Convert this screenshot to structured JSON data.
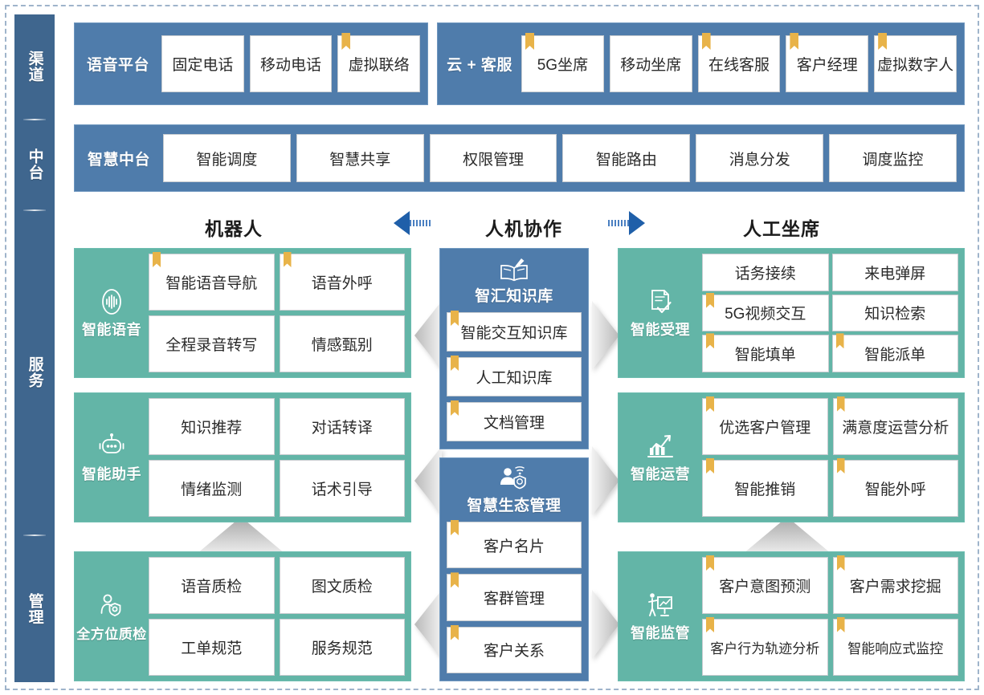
{
  "sidebar": {
    "segments": [
      {
        "label": "渠道",
        "name": "sidebar-segment-channel"
      },
      {
        "label": "中台",
        "name": "sidebar-segment-middle-platform"
      },
      {
        "label": "服务",
        "name": "sidebar-segment-service"
      },
      {
        "label": "管理",
        "name": "sidebar-segment-management"
      }
    ]
  },
  "channel": {
    "voice_platform": {
      "title": "语音平台",
      "cells": [
        {
          "label": "固定电话",
          "ribbon": false
        },
        {
          "label": "移动电话",
          "ribbon": false
        },
        {
          "label": "虚拟联络",
          "ribbon": true
        }
      ]
    },
    "cloud_service": {
      "title": "云 + 客服",
      "cells": [
        {
          "label": "5G坐席",
          "ribbon": true
        },
        {
          "label": "移动坐席",
          "ribbon": false
        },
        {
          "label": "在线客服",
          "ribbon": true
        },
        {
          "label": "客户经理",
          "ribbon": true
        },
        {
          "label": "虚拟数字人",
          "ribbon": true
        }
      ]
    }
  },
  "middle_platform": {
    "title": "智慧中台",
    "cells": [
      {
        "label": "智能调度",
        "ribbon": false
      },
      {
        "label": "智慧共享",
        "ribbon": false
      },
      {
        "label": "权限管理",
        "ribbon": false
      },
      {
        "label": "智能路由",
        "ribbon": false
      },
      {
        "label": "消息分发",
        "ribbon": false
      },
      {
        "label": "调度监控",
        "ribbon": false
      }
    ]
  },
  "mid_header": {
    "left": "机器人",
    "center": "人机协作",
    "right": "人工坐席"
  },
  "left_groups": [
    {
      "name": "intelligent-voice",
      "title": "智能语音",
      "icon": "voice-wave-icon",
      "cells": [
        {
          "label": "智能语音导航",
          "ribbon": true
        },
        {
          "label": "语音外呼",
          "ribbon": true
        },
        {
          "label": "全程录音转写",
          "ribbon": false
        },
        {
          "label": "情感甄别",
          "ribbon": false
        }
      ]
    },
    {
      "name": "intelligent-assistant",
      "title": "智能助手",
      "icon": "robot-icon",
      "cells": [
        {
          "label": "知识推荐",
          "ribbon": false
        },
        {
          "label": "对话转译",
          "ribbon": false
        },
        {
          "label": "情绪监测",
          "ribbon": false
        },
        {
          "label": "话术引导",
          "ribbon": false
        }
      ]
    },
    {
      "name": "full-quality-inspection",
      "title": "全方位质检",
      "icon": "person-shield-icon",
      "cells": [
        {
          "label": "语音质检",
          "ribbon": false
        },
        {
          "label": "图文质检",
          "ribbon": false
        },
        {
          "label": "工单规范",
          "ribbon": false
        },
        {
          "label": "服务规范",
          "ribbon": false
        }
      ]
    }
  ],
  "center_columns": [
    {
      "name": "knowledge-base",
      "title": "智汇知识库",
      "icon": "open-book-pen-icon",
      "cells": [
        {
          "label": "智能交互知识库",
          "ribbon": true
        },
        {
          "label": "人工知识库",
          "ribbon": true
        },
        {
          "label": "文档管理",
          "ribbon": true
        }
      ]
    },
    {
      "name": "eco-management",
      "title": "智慧生态管理",
      "icon": "person-network-icon",
      "cells": [
        {
          "label": "客户名片",
          "ribbon": true
        },
        {
          "label": "客群管理",
          "ribbon": true
        },
        {
          "label": "客户关系",
          "ribbon": true
        }
      ]
    }
  ],
  "right_groups": [
    {
      "name": "intelligent-acceptance",
      "title": "智能受理",
      "icon": "document-check-icon",
      "rows": 3,
      "cells": [
        {
          "label": "话务接续",
          "ribbon": false
        },
        {
          "label": "来电弹屏",
          "ribbon": false
        },
        {
          "label": "5G视频交互",
          "ribbon": true
        },
        {
          "label": "知识检索",
          "ribbon": false
        },
        {
          "label": "智能填单",
          "ribbon": true
        },
        {
          "label": "智能派单",
          "ribbon": true
        }
      ]
    },
    {
      "name": "intelligent-operation",
      "title": "智能运营",
      "icon": "bar-chart-arrow-icon",
      "rows": 2,
      "cells": [
        {
          "label": "优选客户管理",
          "ribbon": true
        },
        {
          "label": "满意度运营分析",
          "ribbon": true
        },
        {
          "label": "智能推销",
          "ribbon": true
        },
        {
          "label": "智能外呼",
          "ribbon": true
        }
      ]
    },
    {
      "name": "intelligent-supervision",
      "title": "智能监管",
      "icon": "presenter-board-icon",
      "rows": 2,
      "cells": [
        {
          "label": "客户意图预测",
          "ribbon": true
        },
        {
          "label": "客户需求挖掘",
          "ribbon": true
        },
        {
          "label": "客户行为轨迹分析",
          "ribbon": true
        },
        {
          "label": "智能响应式监控",
          "ribbon": true
        }
      ]
    }
  ],
  "colors": {
    "sidebar_blue": "#3f668e",
    "band_blue": "#4f7cab",
    "panel_green": "#63b5a7",
    "ribbon_gold": "#e8b349",
    "arrow_blue": "#1f5fa9",
    "frame_dash": "#9fb4cb"
  }
}
